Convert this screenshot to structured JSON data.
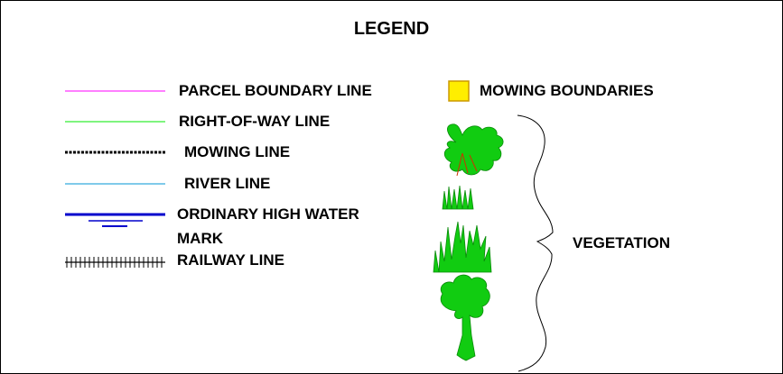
{
  "legend": {
    "title": "LEGEND",
    "items": [
      {
        "label": "PARCEL BOUNDARY LINE",
        "color": "#ff33ff",
        "style": "solid-thin"
      },
      {
        "label": "RIGHT-OF-WAY LINE",
        "color": "#33ee33",
        "style": "solid-thin"
      },
      {
        "label": "MOWING LINE",
        "color": "#000000",
        "style": "dashed-thick"
      },
      {
        "label": "RIVER LINE",
        "color": "#33aadd",
        "style": "solid-thin"
      },
      {
        "label_line1": "ORDINARY HIGH WATER",
        "label_line2": "MARK",
        "color": "#0000cc",
        "style": "water-mark"
      },
      {
        "label": "RAILWAY LINE",
        "color": "#000000",
        "style": "railway"
      }
    ],
    "mowing_boundaries": {
      "label": "MOWING BOUNDARIES",
      "fill": "#ffee00",
      "stroke": "#cc9900"
    },
    "vegetation": {
      "label": "VEGETATION",
      "color": "#11cc11"
    }
  }
}
